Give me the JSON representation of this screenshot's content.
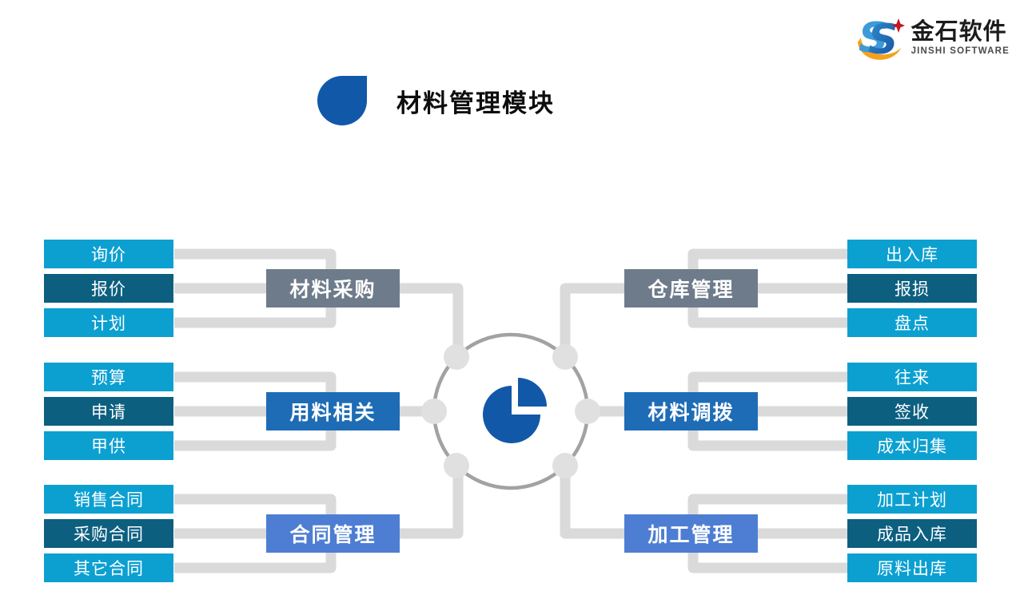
{
  "logo": {
    "brand_cn": "金石软件",
    "brand_en": "JINSHI SOFTWARE"
  },
  "page": {
    "title": "材料管理模块"
  },
  "colors": {
    "item_light_blue": "#0CA0D1",
    "item_dark_teal": "#0D5F80",
    "category_gray": "#6E7B8B",
    "category_blue": "#1E6CB5",
    "category_cornflower": "#4E7ED3",
    "connector_gray": "#DADADA",
    "hub_ring_gray": "#A2A2A2",
    "accent_blue": "#1158A8",
    "logo_orange": "#F5A11C",
    "logo_red": "#C8161D",
    "logo_blue": "#1D63B2"
  },
  "item_row_colors": [
    "#0CA0D1",
    "#0D5F80",
    "#0CA0D1"
  ],
  "groups": [
    {
      "side": "left",
      "category": "材料采购",
      "category_color": "#6E7B8B",
      "items": [
        "询价",
        "报价",
        "计划"
      ]
    },
    {
      "side": "left",
      "category": "用料相关",
      "category_color": "#1E6CB5",
      "items": [
        "预算",
        "申请",
        "甲供"
      ]
    },
    {
      "side": "left",
      "category": "合同管理",
      "category_color": "#4E7ED3",
      "items": [
        "销售合同",
        "采购合同",
        "其它合同"
      ]
    },
    {
      "side": "right",
      "category": "仓库管理",
      "category_color": "#6E7B8B",
      "items": [
        "出入库",
        "报损",
        "盘点"
      ]
    },
    {
      "side": "right",
      "category": "材料调拨",
      "category_color": "#1E6CB5",
      "items": [
        "往来",
        "签收",
        "成本归集"
      ]
    },
    {
      "side": "right",
      "category": "加工管理",
      "category_color": "#4E7ED3",
      "items": [
        "加工计划",
        "成品入库",
        "原料出库"
      ]
    }
  ]
}
